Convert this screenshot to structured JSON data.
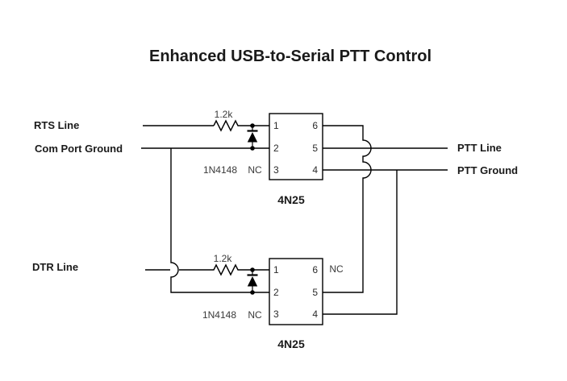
{
  "title": "Enhanced USB-to-Serial PTT Control",
  "signals": {
    "rts": "RTS Line",
    "com_ground": "Com Port Ground",
    "dtr": "DTR Line",
    "ptt_line": "PTT Line",
    "ptt_ground": "PTT Ground"
  },
  "top_circuit": {
    "resistor_value": "1.2k",
    "diode_part": "1N4148",
    "nc_pin3": "NC",
    "opto_name": "4N25",
    "pins": {
      "p1": "1",
      "p2": "2",
      "p3": "3",
      "p4": "4",
      "p5": "5",
      "p6": "6"
    }
  },
  "bottom_circuit": {
    "resistor_value": "1.2k",
    "diode_part": "1N4148",
    "nc_pin3": "NC",
    "nc_pin6": "NC",
    "opto_name": "4N25",
    "pins": {
      "p1": "1",
      "p2": "2",
      "p3": "3",
      "p4": "4",
      "p5": "5",
      "p6": "6"
    }
  },
  "colors": {
    "line": "#000000",
    "label_text": "#1a1a1a",
    "component_text": "#3a3a3a",
    "background": "#ffffff"
  }
}
